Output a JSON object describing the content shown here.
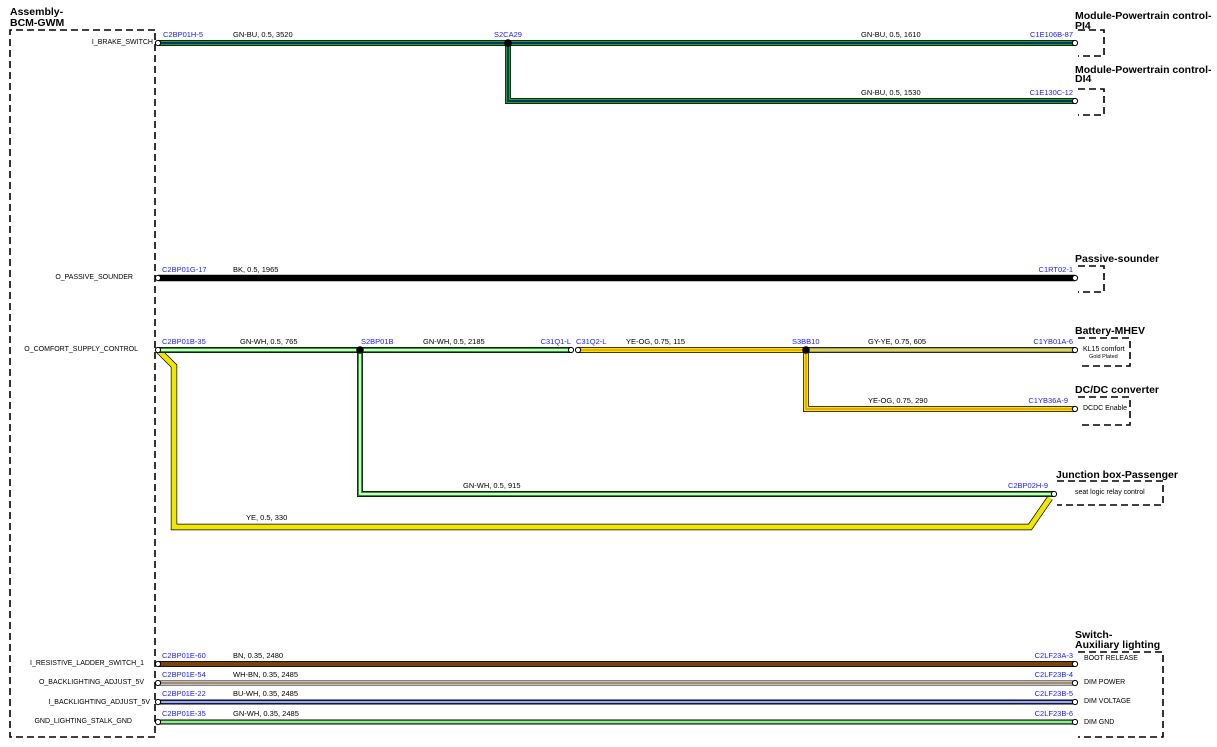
{
  "colors": {
    "GN": "#1fa31f",
    "BU": "#0b1f7a",
    "BK": "#000000",
    "WH": "#ffffff",
    "YE": "#f2e600",
    "OG": "#f0a000",
    "GY": "#9a9a9a",
    "BN": "#7a4210",
    "outline": "#000000",
    "connector_label": "#1a1aff"
  },
  "modules": {
    "bcm": {
      "title_line1": "Assembly-",
      "title_line2": "BCM-GWM"
    },
    "pcm_pi4": {
      "title_line1": "Module-Powertrain control-",
      "title_line2": "PI4"
    },
    "pcm_di4": {
      "title_line1": "Module-Powertrain control-",
      "title_line2": "DI4"
    },
    "passive_sounder": {
      "title_line1": "Passive-sounder",
      "title_line2": ""
    },
    "battery_mhev": {
      "title_line1": "Battery-MHEV",
      "title_line2": "",
      "pin_line1": "KL15 comfort",
      "pin_line2": "Gold Plated"
    },
    "dcdc": {
      "title_line1": "DC/DC converter",
      "title_line2": "",
      "pin_label": "DCDC Enable"
    },
    "junction_box": {
      "title_line1": "Junction box-Passenger",
      "title_line2": "",
      "pin_label": "seat logic relay control"
    },
    "switch_aux": {
      "title_line1": "Switch-",
      "title_line2": "Auxiliary lighting"
    }
  },
  "signals": {
    "brake": "I_BRAKE_SWITCH",
    "sounder": "O_PASSIVE_SOUNDER",
    "comfort": "O_COMFORT_SUPPLY_CONTROL",
    "ladder": "I_RESISTIVE_LADDER_SWITCH_1",
    "o_backlight": "O_BACKLIGHTING_ADJUST_5V",
    "i_backlight": "I_BACKLIGHTING_ADJUST_5V",
    "gnd": "GND_LIGHTING_STALK_GND"
  },
  "connectors": {
    "c2bp01h5": "C2BP01H-5",
    "s2ca29": "S2CA29",
    "c1e106b87": "C1E106B-87",
    "c1e130c12": "C1E130C-12",
    "c2bp01g17": "C2BP01G-17",
    "c1rt021": "C1RT02-1",
    "c2bp01b35": "C2BP01B-35",
    "s2bp01b": "S2BP01B",
    "c31q1l": "C31Q1-L",
    "c31q2l": "C31Q2-L",
    "s3bb10": "S3BB10",
    "c1yb01a6": "C1YB01A-6",
    "c1yb36a9": "C1YB36A-9",
    "c2bp02h9": "C2BP02H-9",
    "c2bp01e60": "C2BP01E-60",
    "c2bp01e54": "C2BP01E-54",
    "c2bp01e22": "C2BP01E-22",
    "c2bp01e35": "C2BP01E-35",
    "c2lf23a3": "C2LF23A-3",
    "c2lf23b4": "C2LF23B-4",
    "c2lf23b5": "C2LF23B-5",
    "c2lf23b6": "C2LF23B-6"
  },
  "wire_specs": {
    "brake_main": "GN-BU,  0.5,  3520",
    "brake_pi4": "GN-BU,  0.5,  1610",
    "brake_di4": "GN-BU,  0.5,  1530",
    "sounder": "BK,  0.5,  1965",
    "comfort_1": "GN-WH,  0.5,  765",
    "comfort_2": "GN-WH,  0.5,  2185",
    "comfort_3": "YE-OG,  0.75,  115",
    "comfort_battery": "GY-YE,  0.75,  605",
    "comfort_dcdc": "YE-OG,  0.75,  290",
    "comfort_jb": "GN-WH,  0.5,  915",
    "comfort_ye": "YE,  0.5,  330",
    "ladder": "BN,  0.35,  2480",
    "o_backlight": "WH-BN,  0.35,  2485",
    "i_backlight": "BU-WH,  0.35,  2485",
    "gnd": "GN-WH,  0.35,  2485"
  },
  "switch_pins": {
    "boot": "BOOT RELEASE",
    "dim_power": "DIM POWER",
    "dim_voltage": "DIM VOLTAGE",
    "dim_gnd": "DIM GND"
  }
}
